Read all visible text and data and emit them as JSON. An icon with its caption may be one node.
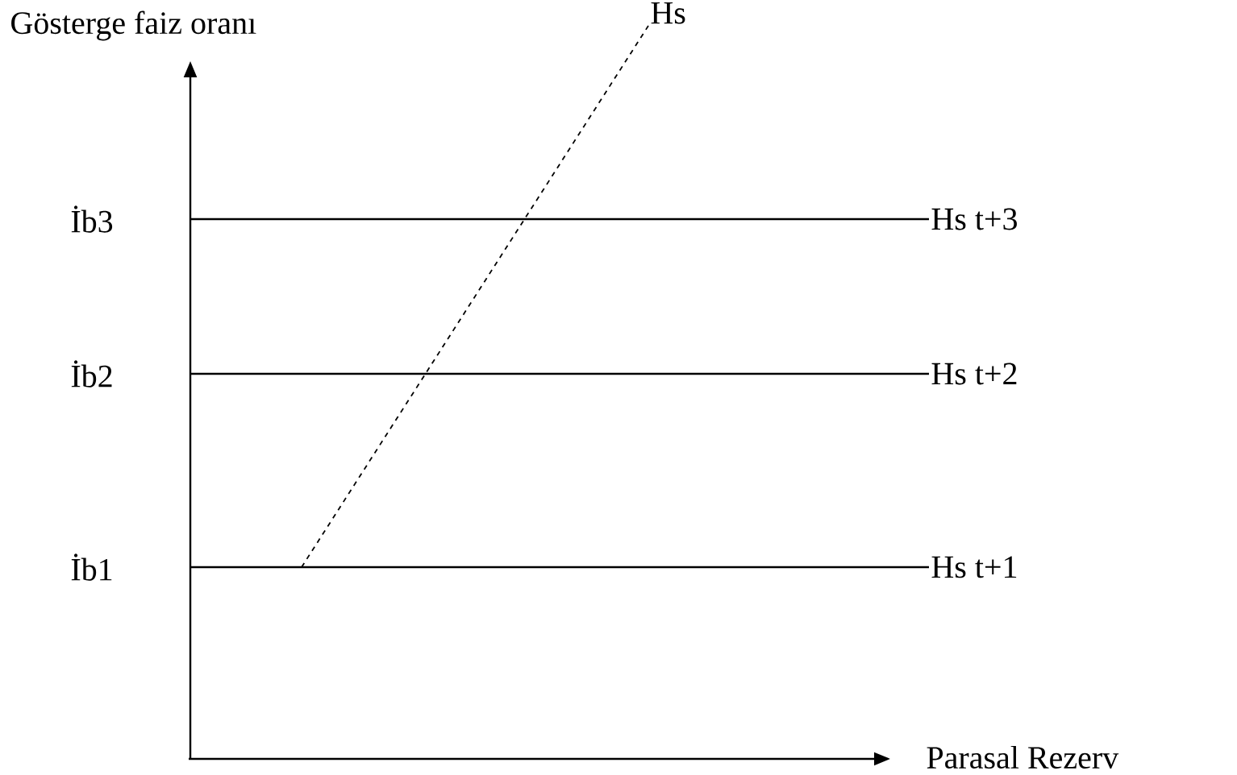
{
  "diagram": {
    "nodes": [
      {
        "text": [
          "Hs"
        ]
      },
      {
        "text": [
          "Hs t+3"
        ]
      },
      {
        "text": [
          "Hs t+2"
        ]
      },
      {
        "text": [
          "Hs t+1"
        ]
      }
    ],
    "edges": [
      {
        "from": null,
        "to": 0,
        "arrow": "none",
        "style": "dashed"
      },
      {
        "from": null,
        "to": 1,
        "arrow": "none"
      },
      {
        "from": null,
        "to": 2,
        "arrow": "none"
      },
      {
        "from": null,
        "to": 3,
        "arrow": "none"
      }
    ],
    "labels": [
      "Gösterge faiz oranı",
      "İb3",
      "İb2",
      "İb1",
      "Parasal Rezerv"
    ]
  }
}
